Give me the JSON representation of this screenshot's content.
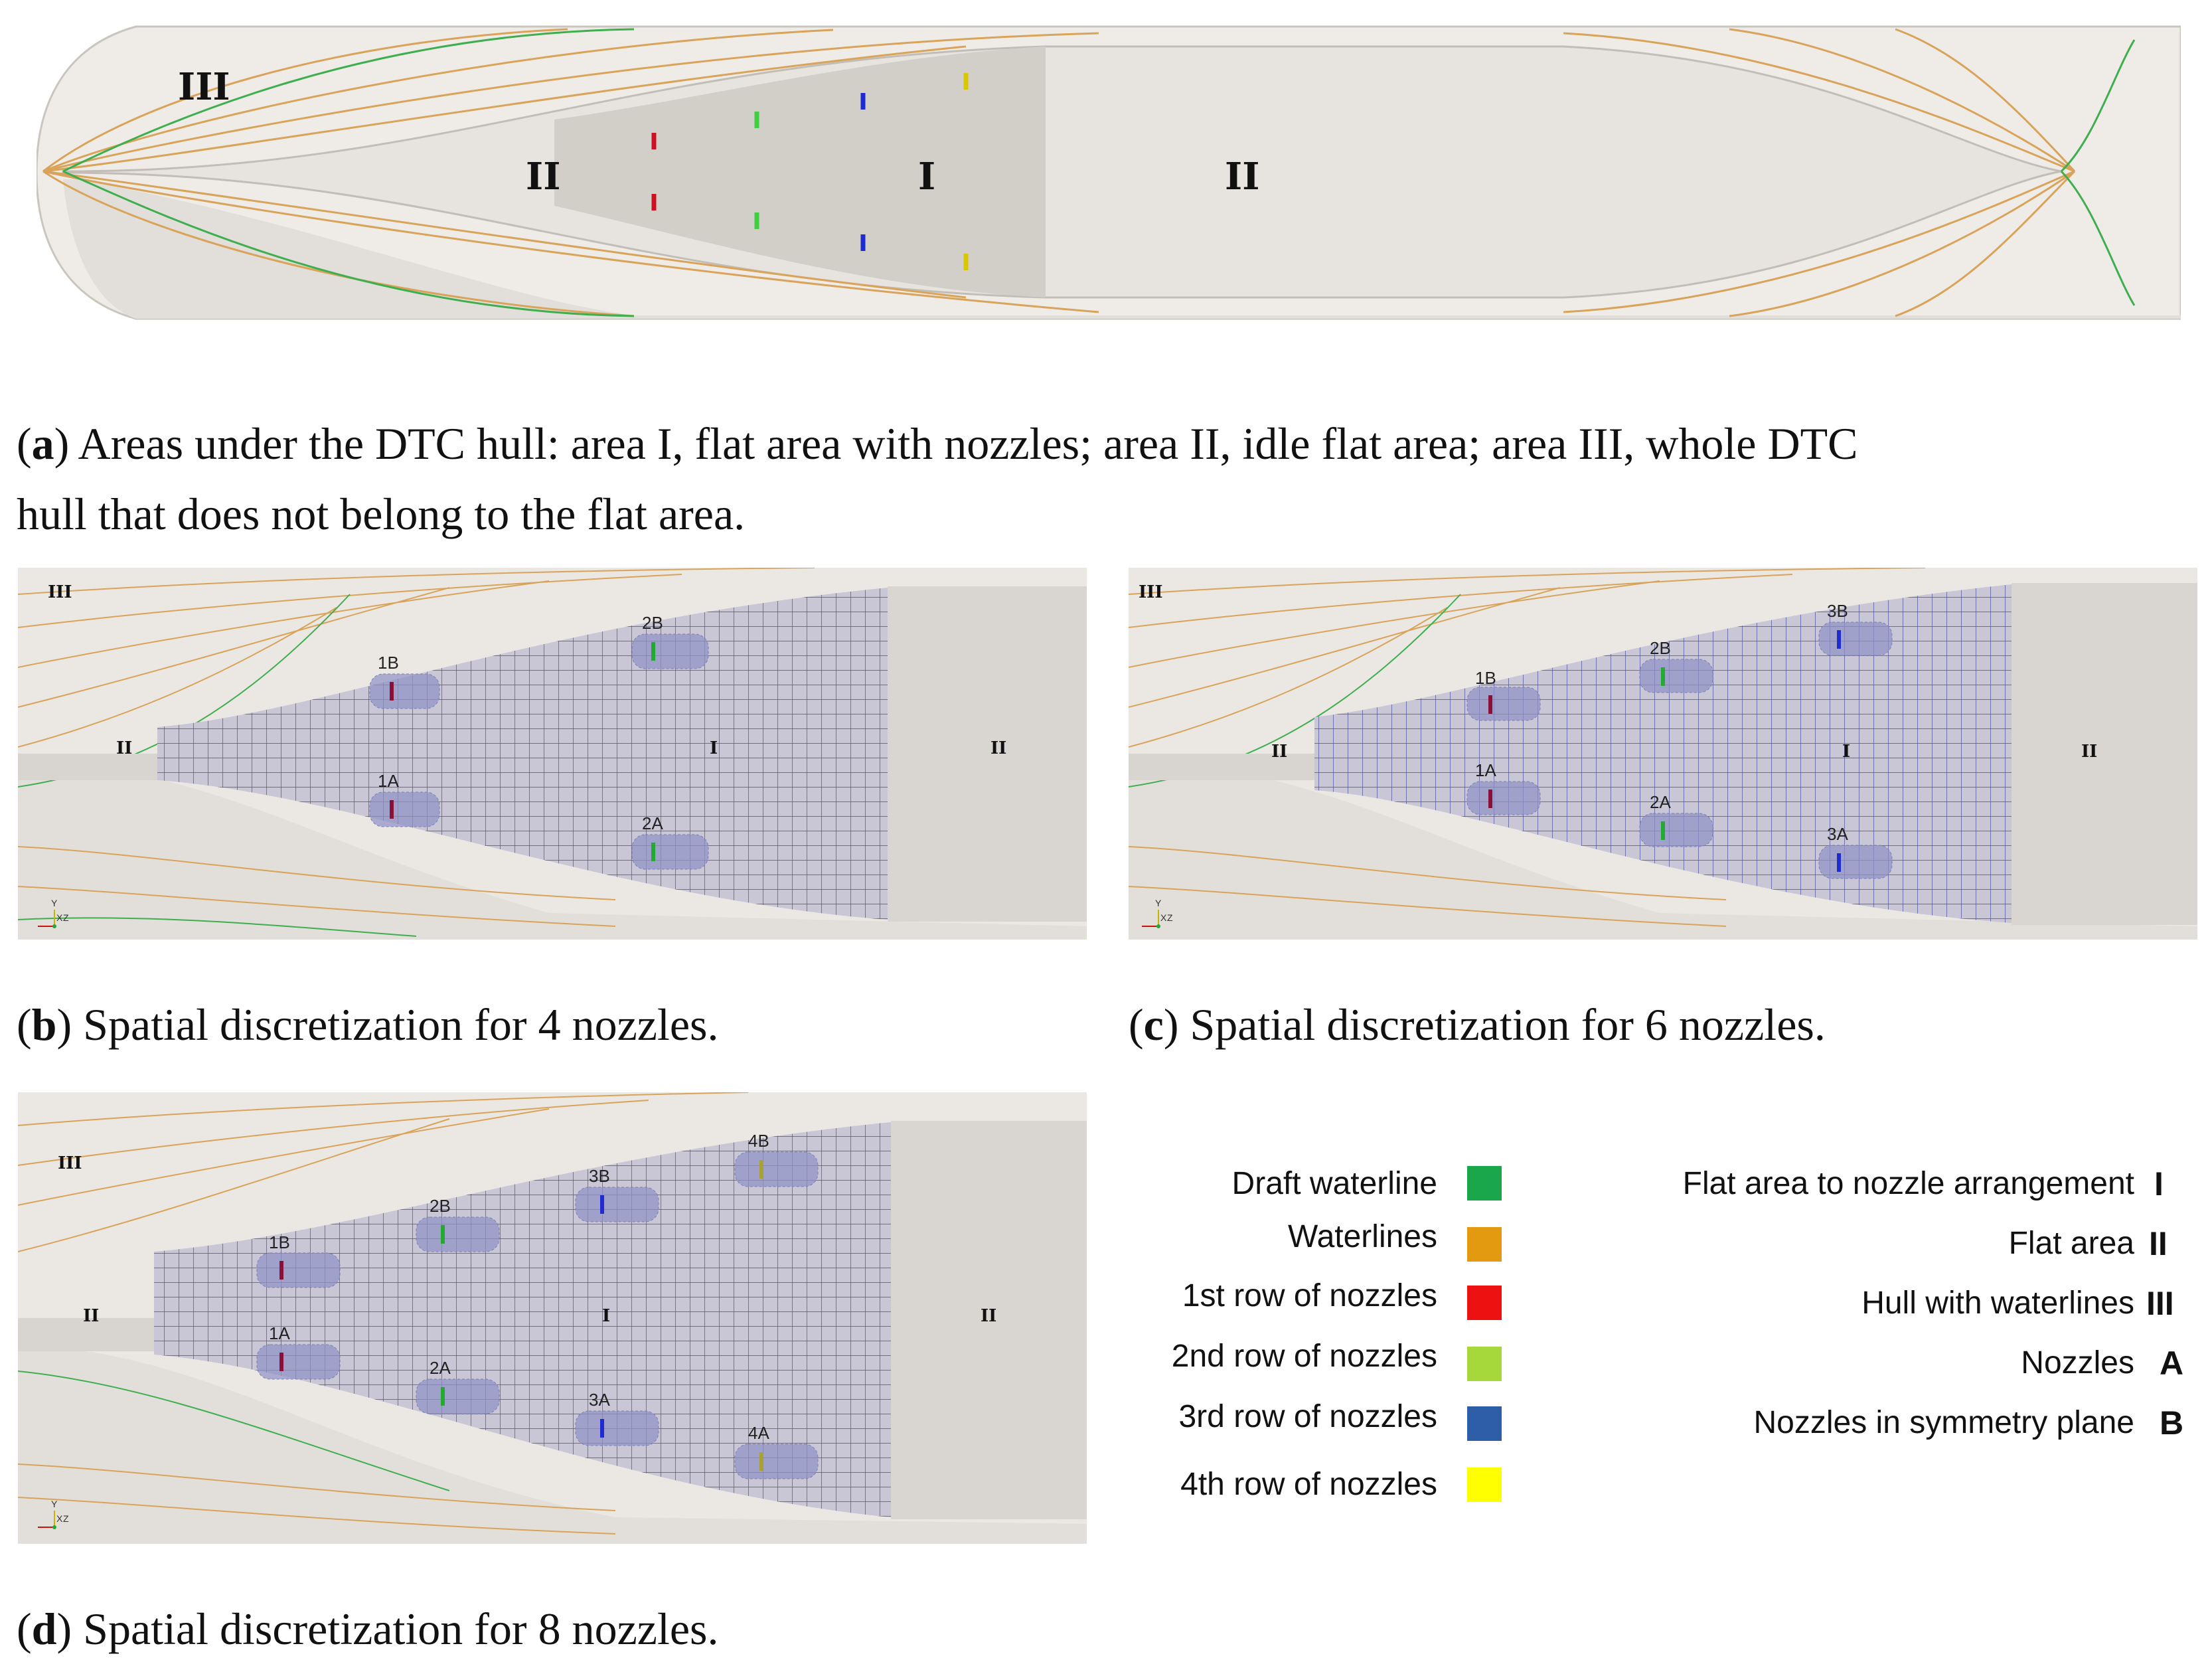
{
  "captions": {
    "a": {
      "letter": "a",
      "text": ") Areas under the DTC hull: area I, flat area with nozzles; area II, idle flat area; area III, whole DTC",
      "text2": "hull that does not belong to the flat area."
    },
    "b": {
      "letter": "b",
      "text": ") Spatial discretization for 4 nozzles."
    },
    "c": {
      "letter": "c",
      "text": ") Spatial discretization for 6 nozzles."
    },
    "d": {
      "letter": "d",
      "text": ") Spatial discretization for 8 nozzles."
    }
  },
  "region_labels": {
    "I": "I",
    "II": "II",
    "III": "III"
  },
  "nozzle_labels": {
    "b": [
      "1B",
      "1A",
      "2B",
      "2A"
    ],
    "c": [
      "1B",
      "1A",
      "2B",
      "2A",
      "3B",
      "3A"
    ],
    "d": [
      "1B",
      "1A",
      "2B",
      "2A",
      "3B",
      "3A",
      "4B",
      "4A"
    ]
  },
  "axis_labels": {
    "x": "X",
    "y": "Y",
    "z": "Z"
  },
  "legend_left": [
    {
      "label": "Draft waterline",
      "color": "#1aa64a"
    },
    {
      "label": "Waterlines",
      "color": "#e39a10"
    },
    {
      "label": "1st row of nozzles",
      "color": "#ee1111"
    },
    {
      "label": "2nd row of nozzles",
      "color": "#a6d83c"
    },
    {
      "label": "3rd row of nozzles",
      "color": "#2e5ea8"
    },
    {
      "label": "4th row of nozzles",
      "color": "#ffff00"
    }
  ],
  "legend_right": [
    {
      "label": "Flat area to nozzle arrangement",
      "key": "I"
    },
    {
      "label": "Flat area",
      "key": "II"
    },
    {
      "label": "Hull with waterlines",
      "key": "III"
    },
    {
      "label": "Nozzles",
      "key": "A"
    },
    {
      "label": "Nozzles in symmetry plane",
      "key": "B"
    }
  ],
  "colors": {
    "hull": "#ece9e4",
    "hull_shadow": "#d9d6d1",
    "flat_area": "#dcd9d4",
    "area_I": "#cdc9c3",
    "waterline": "#d9a760",
    "draft_waterline": "#3fae4f",
    "mesh": "#4a4e9a",
    "nozzle_red": "#cc1122",
    "nozzle_green": "#22aa33",
    "nozzle_blue": "#1d2bd0",
    "nozzle_yellow": "#d8c800",
    "nozzle_olive": "#a8a233",
    "nozzle_darkred": "#8a1038"
  }
}
